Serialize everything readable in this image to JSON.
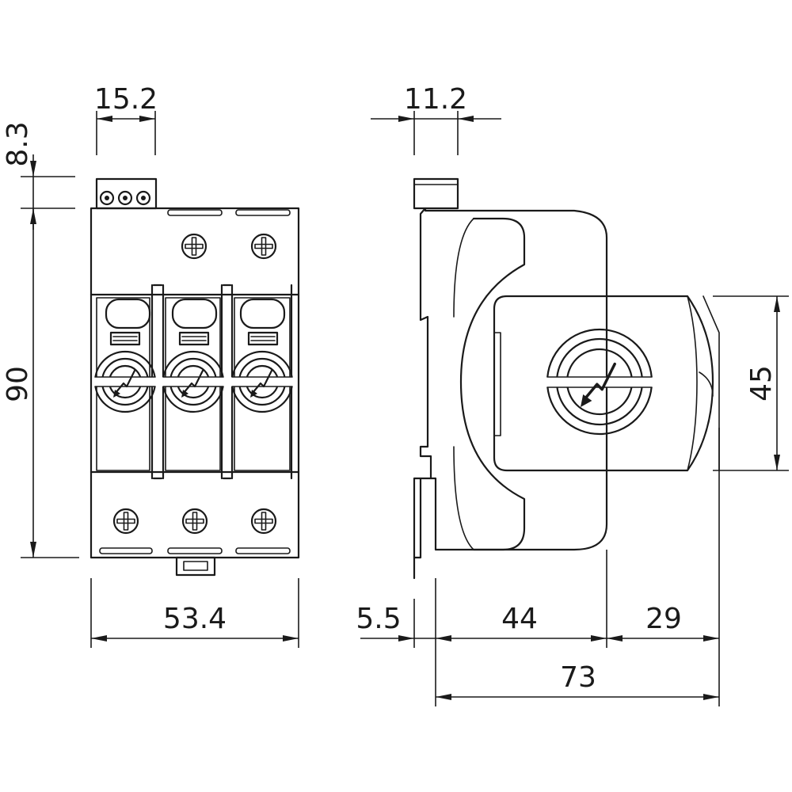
{
  "colors": {
    "line": "#1a1a1a",
    "background": "#ffffff"
  },
  "icons": [
    "lightning-symbol-icon",
    "screw-head-icon"
  ],
  "dimensions": {
    "front_width": "53.4",
    "front_height": "90",
    "terminal_width": "15.2",
    "terminal_offset": "8.3",
    "side_rail_width": "11.2",
    "side_module_height": "45",
    "side_offset": "5.5",
    "side_depth_base": "44",
    "side_depth_module": "29",
    "side_total_depth": "73"
  }
}
